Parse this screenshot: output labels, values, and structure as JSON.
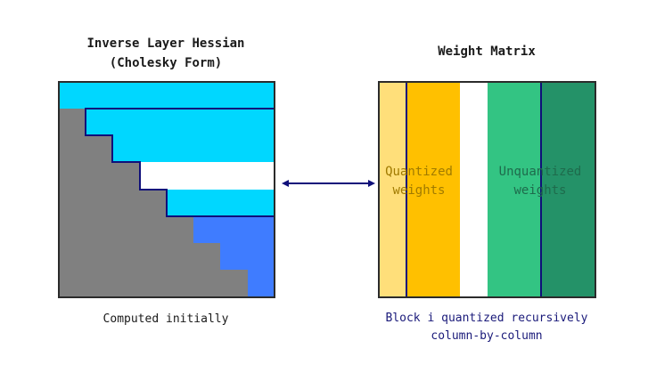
{
  "left_panel": {
    "title_line1": "Inverse Layer Hessian",
    "title_line2": "(Cholesky Form)",
    "caption": "Computed initially"
  },
  "right_panel": {
    "title": "Weight Matrix",
    "quantized_label_line1": "Quantized",
    "quantized_label_line2": "weights",
    "unquantized_label_line1": "Unquantized",
    "unquantized_label_line2": "weights",
    "caption_line1": "Block i quantized recursively",
    "caption_line2": "column-by-column"
  },
  "colors": {
    "cyan": "#00d7ff",
    "blue": "#3f7cff",
    "gray": "#808080",
    "navy": "#0f0f7a",
    "light_yellow": "#ffdf7a",
    "amber": "#ffc000",
    "light_green": "#33c483",
    "dark_green": "#249268",
    "white": "#ffffff",
    "caption_navy": "#1a1a7a"
  }
}
